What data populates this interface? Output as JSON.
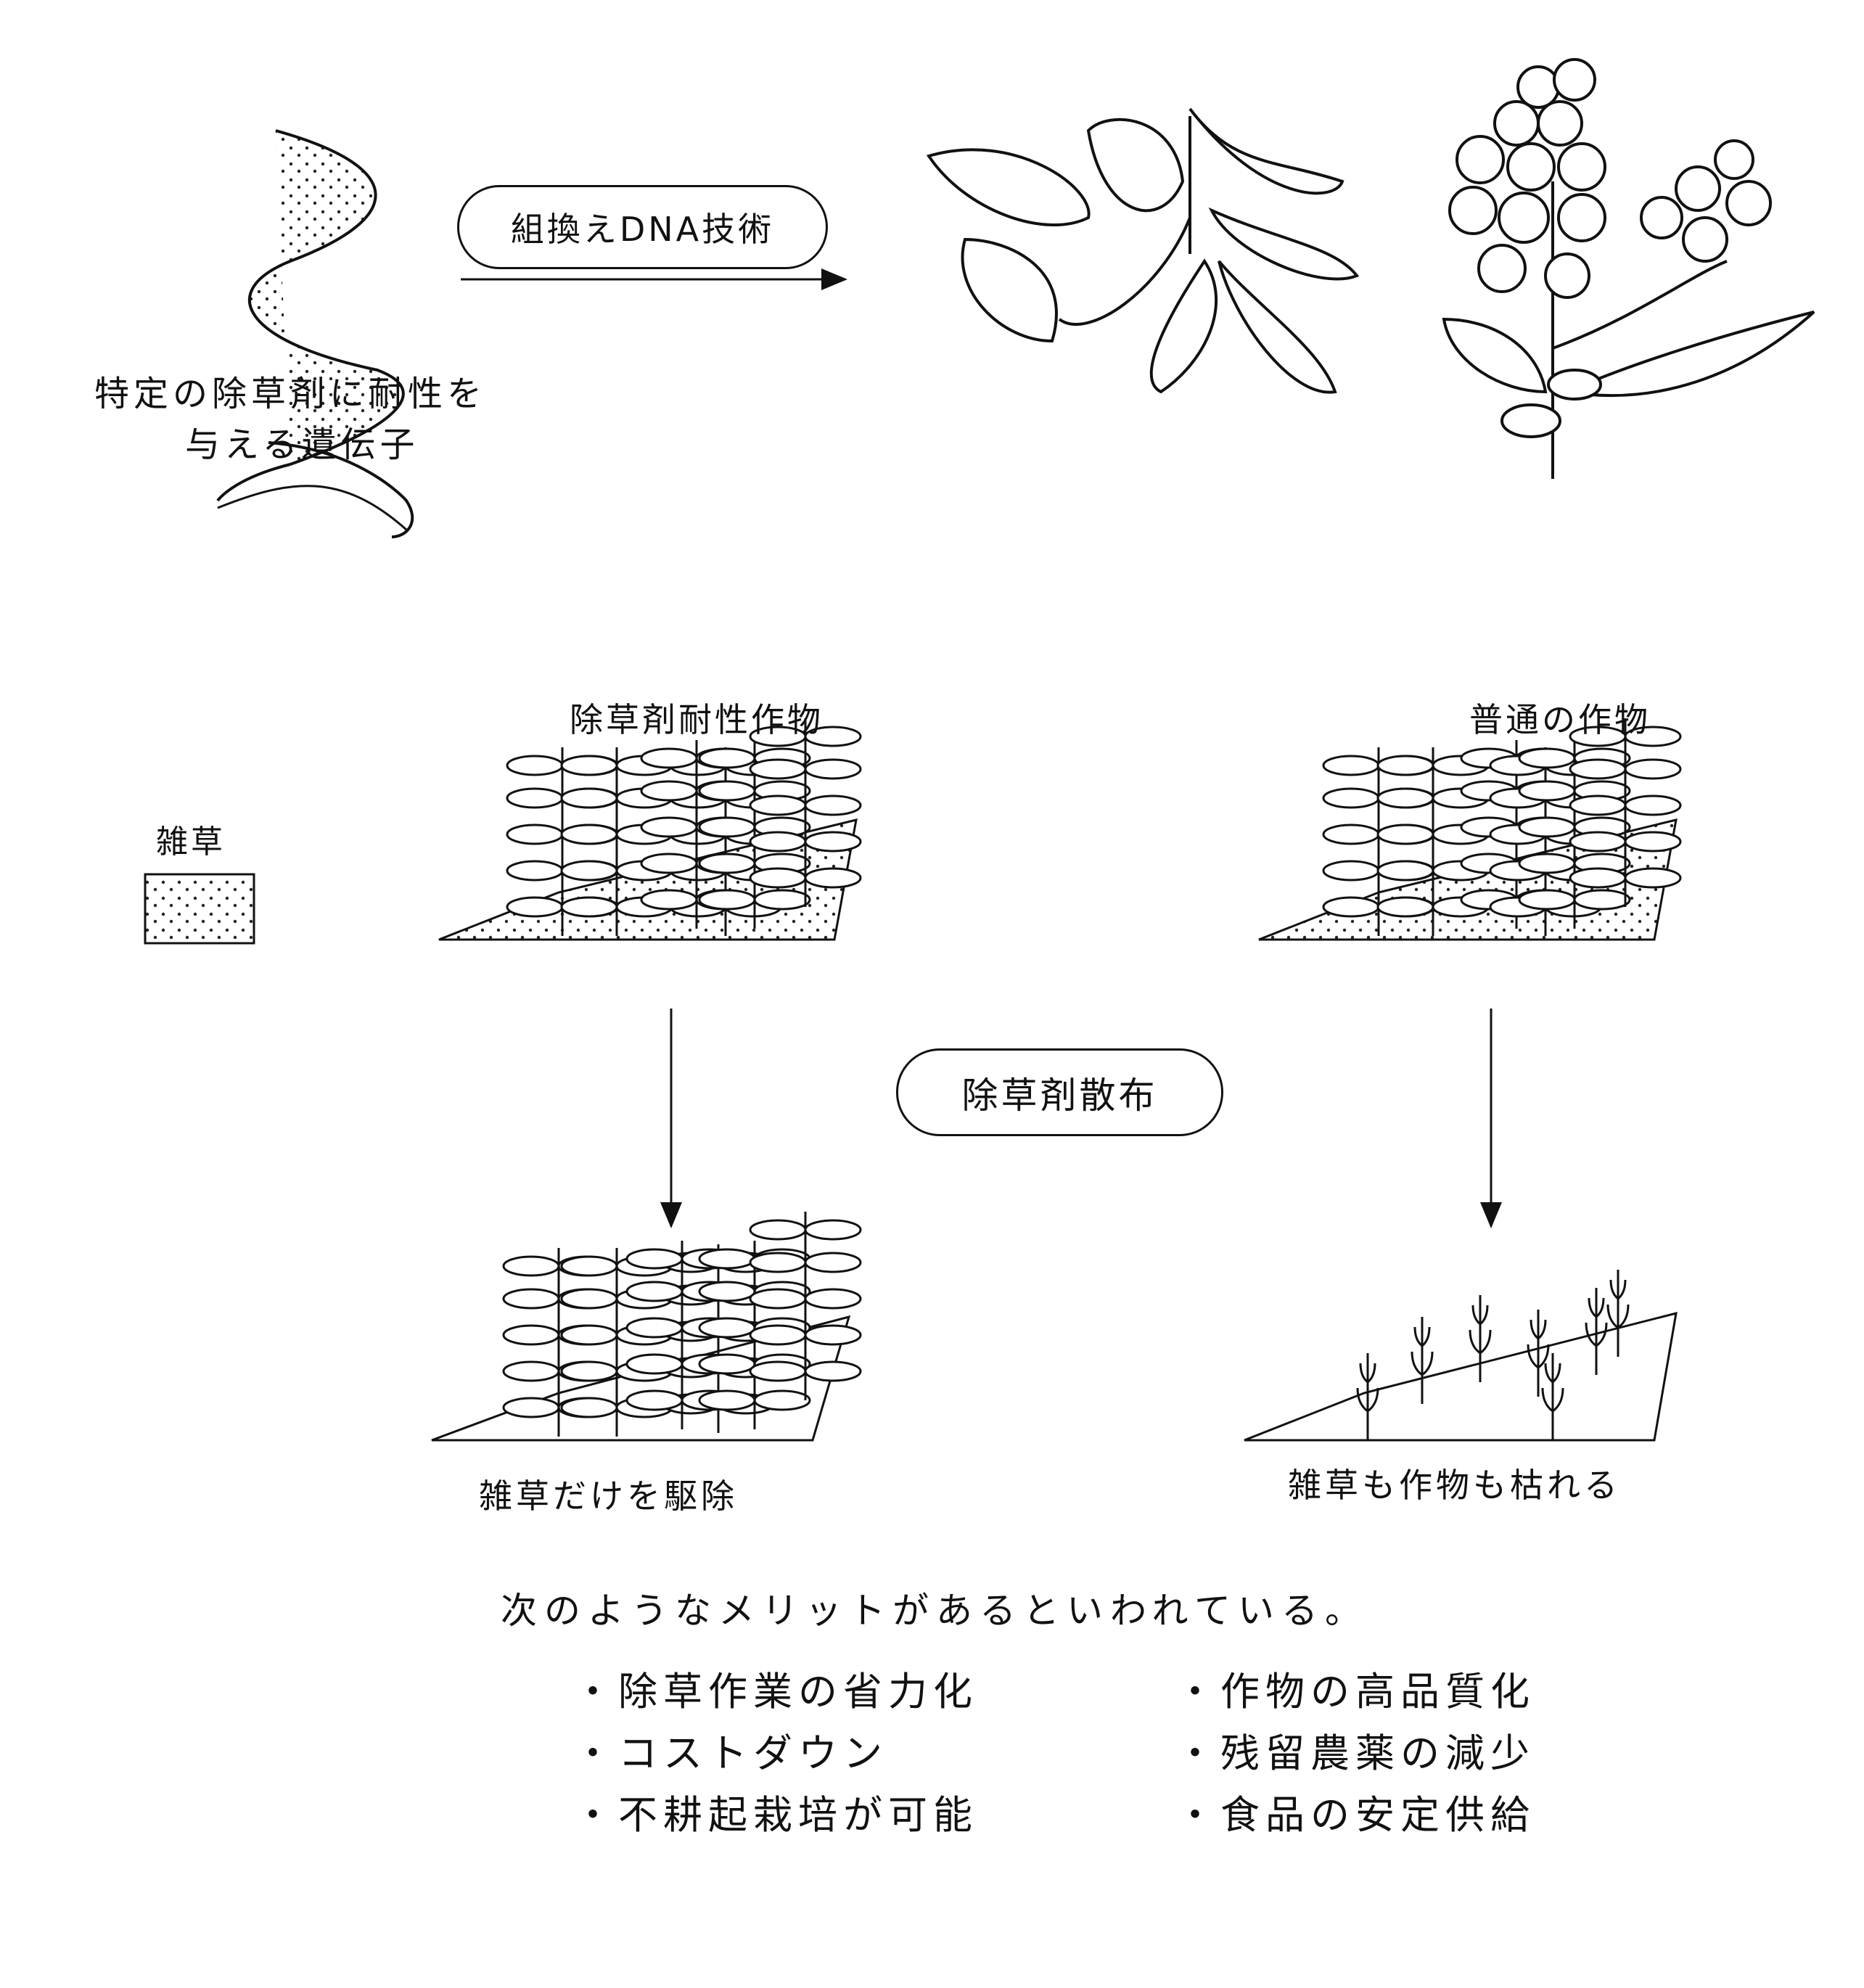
{
  "top": {
    "gene_label_line1": "特定の除草剤に耐性を",
    "gene_label_line2": "与える遺伝子",
    "technique_label": "組換えDNA技術"
  },
  "legend": {
    "weed_label": "雑草"
  },
  "middle": {
    "tolerant_crop_label": "除草剤耐性作物",
    "normal_crop_label": "普通の作物",
    "spray_label": "除草剤散布"
  },
  "results": {
    "tolerant_result": "雑草だけを駆除",
    "normal_result": "雑草も作物も枯れる"
  },
  "merits": {
    "intro": "次のようなメリットがあるといわれている。",
    "left": [
      "・除草作業の省力化",
      "・コストダウン",
      "・不耕起栽培が可能"
    ],
    "right": [
      "・作物の高品質化",
      "・残留農薬の減少",
      "・食品の安定供給"
    ]
  }
}
